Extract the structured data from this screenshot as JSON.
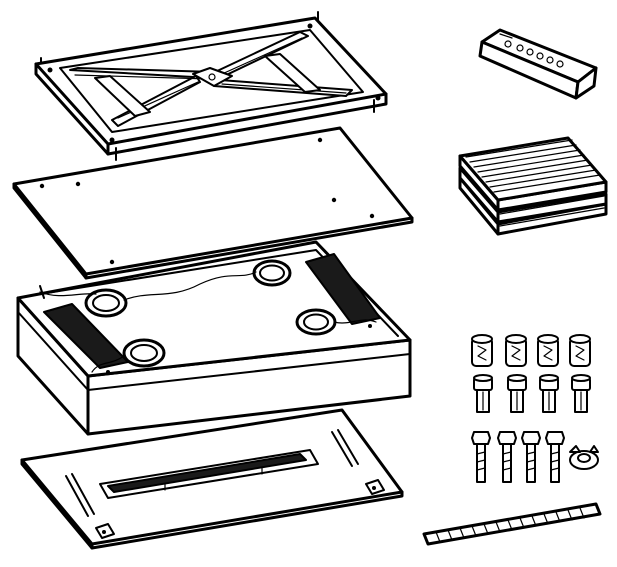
{
  "colors": {
    "stroke": "#000000",
    "fill": "#ffffff",
    "shade": "#e6e6e6",
    "grille": "#1a1a1a"
  },
  "parts": [
    {
      "name": "mounting-frame",
      "icon": "mounting-frame-icon"
    },
    {
      "name": "top-panel",
      "icon": "flat-panel-icon"
    },
    {
      "name": "hood-unit",
      "icon": "hood-body-icon"
    },
    {
      "name": "bottom-panel",
      "icon": "bottom-panel-icon"
    },
    {
      "name": "remote-control",
      "icon": "remote-control-icon"
    },
    {
      "name": "filter-stack",
      "icon": "filter-icon"
    },
    {
      "name": "anchors",
      "icon": "anchor-icon",
      "count": 4
    },
    {
      "name": "bushings",
      "icon": "bushing-icon",
      "count": 4
    },
    {
      "name": "bolts",
      "icon": "bolt-icon",
      "count": 4
    },
    {
      "name": "wing-nut",
      "icon": "wing-nut-icon",
      "count": 1
    },
    {
      "name": "threaded-rod",
      "icon": "threaded-rod-icon",
      "count": 1
    }
  ]
}
